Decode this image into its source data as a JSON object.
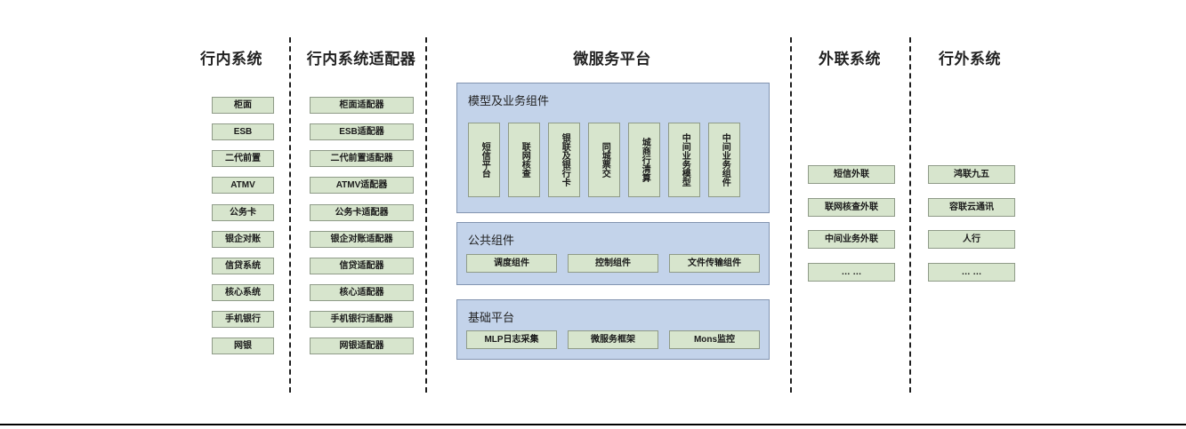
{
  "diagram": {
    "columns": [
      {
        "id": "in-bank-systems",
        "title": "行内系统",
        "nodes": [
          "柜面",
          "ESB",
          "二代前置",
          "ATMV",
          "公务卡",
          "银企对账",
          "信贷系统",
          "核心系统",
          "手机银行",
          "网银"
        ]
      },
      {
        "id": "in-bank-adapters",
        "title": "行内系统适配器",
        "nodes": [
          "柜面适配器",
          "ESB适配器",
          "二代前置适配器",
          "ATMV适配器",
          "公务卡适配器",
          "银企对账适配器",
          "信贷适配器",
          "核心适配器",
          "手机银行适配器",
          "网银适配器"
        ]
      },
      {
        "id": "microservice-platform",
        "title": "微服务平台",
        "panels": [
          {
            "id": "model-business-components",
            "title": "模型及业务组件",
            "orientation": "vertical",
            "nodes": [
              "短信平台",
              "联网核查",
              "银联及银行卡",
              "同城票交",
              "城商行清算",
              "中间业务模型",
              "中间业务组件"
            ]
          },
          {
            "id": "public-components",
            "title": "公共组件",
            "orientation": "horizontal",
            "nodes": [
              "调度组件",
              "控制组件",
              "文件传输组件"
            ]
          },
          {
            "id": "base-platform",
            "title": "基础平台",
            "orientation": "horizontal",
            "nodes": [
              "MLP日志采集",
              "微服务框架",
              "Mons监控"
            ]
          }
        ]
      },
      {
        "id": "external-link-systems",
        "title": "外联系统",
        "nodes": [
          "短信外联",
          "联网核查外联",
          "中间业务外联",
          "… …"
        ]
      },
      {
        "id": "out-of-bank-systems",
        "title": "行外系统",
        "nodes": [
          "鸿联九五",
          "容联云通讯",
          "人行",
          "… …"
        ]
      }
    ]
  },
  "colors": {
    "node_fill": "#d7e5cd",
    "node_border": "#8f9b88",
    "panel_fill": "#c3d3ea",
    "panel_border": "#8294b0",
    "divider": "#1f1f1f",
    "text": "#1a1a1a"
  }
}
